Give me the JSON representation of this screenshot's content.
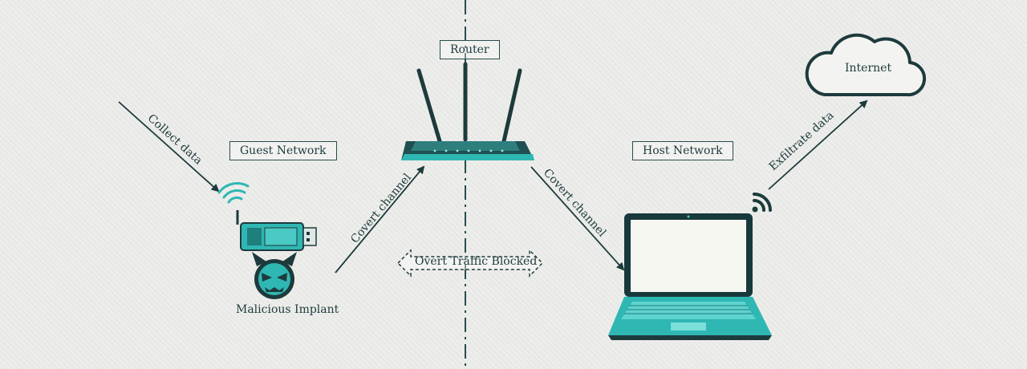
{
  "labels": {
    "router": "Router",
    "guest_network": "Guest Network",
    "host_network": "Host Network",
    "internet": "Internet",
    "malicious_implant": "Malicious Implant",
    "overt_blocked": "Overt Traffic Blocked"
  },
  "arrows": {
    "collect_data": "Collect data",
    "covert_channel_left": "Covert channel",
    "covert_channel_right": "Covert channel",
    "exfiltrate_data": "Exfiltrate data"
  },
  "colors": {
    "accent": "#2fb7b3",
    "dark": "#1d3a3c"
  }
}
